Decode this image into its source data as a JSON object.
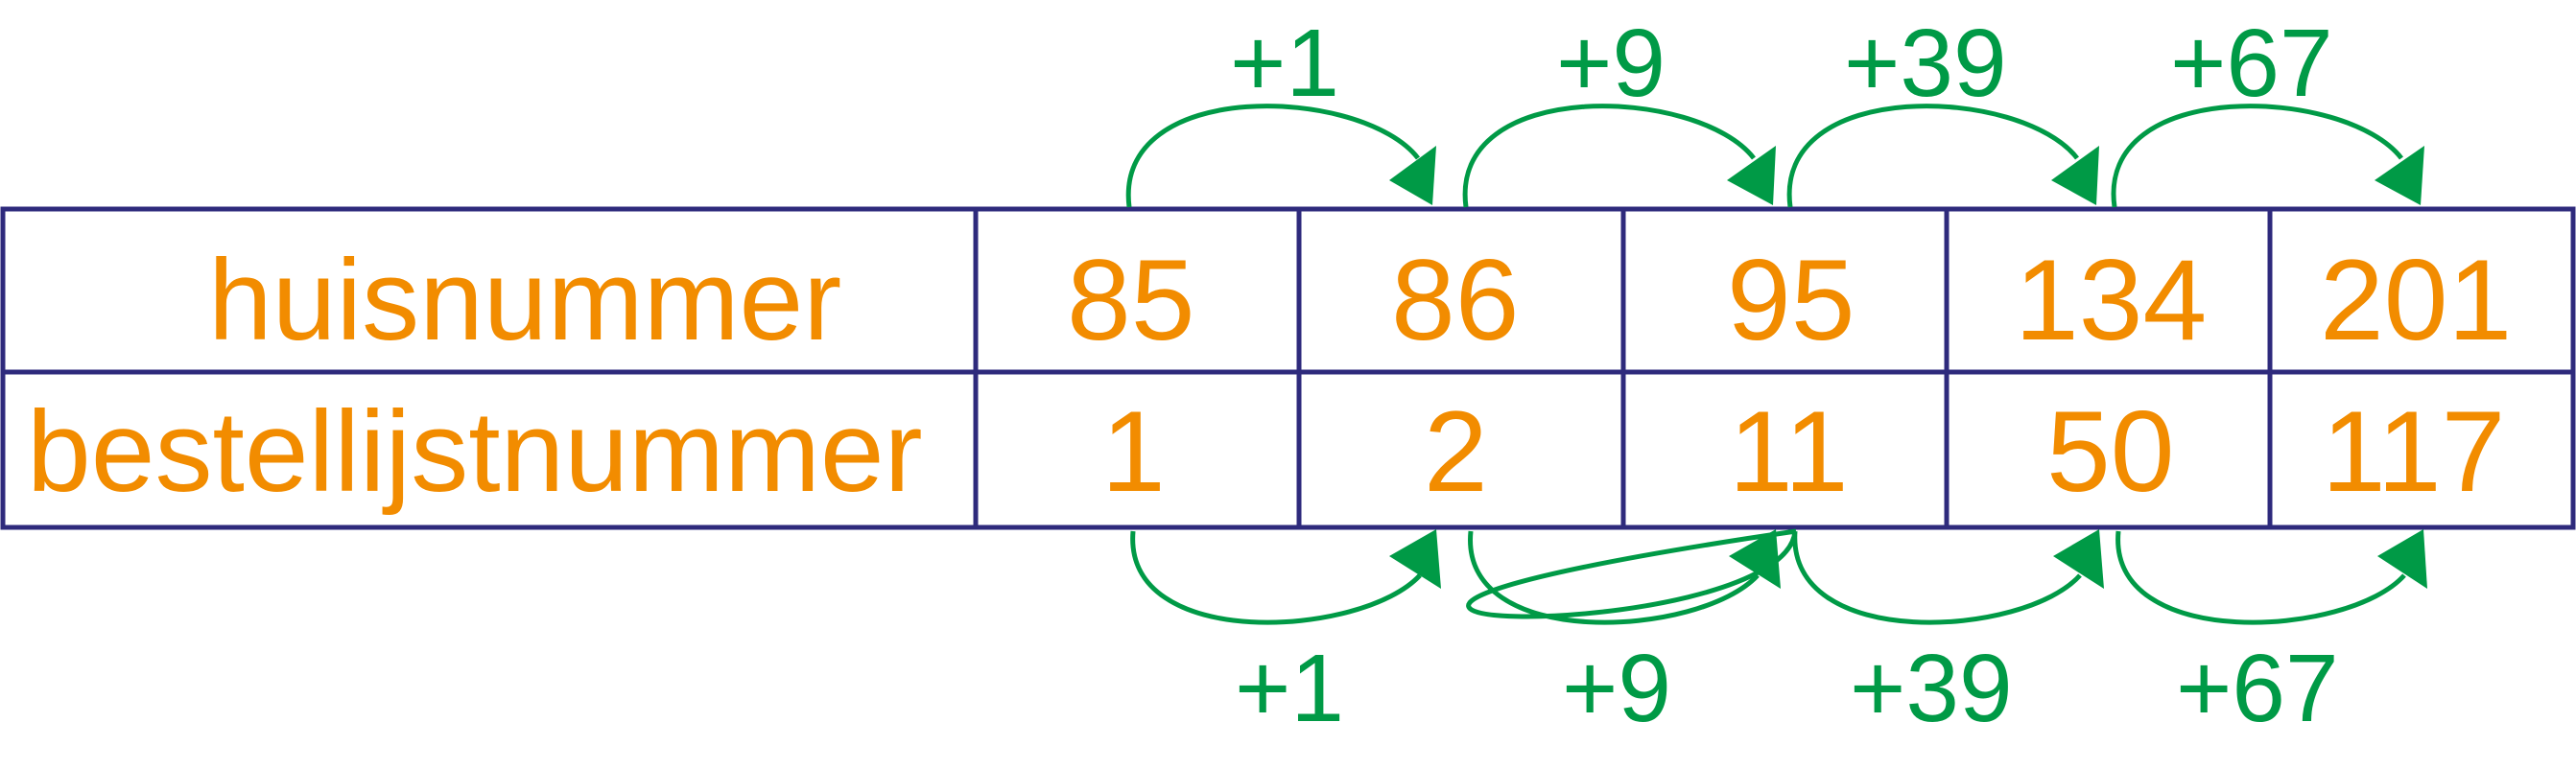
{
  "table": {
    "rows": [
      {
        "label": "huisnummer",
        "values": [
          "85",
          "86",
          "95",
          "134",
          "201"
        ]
      },
      {
        "label": "bestellijstnummer",
        "values": [
          "1",
          "2",
          "11",
          "50",
          "117"
        ]
      }
    ]
  },
  "jumps": {
    "top": [
      "+1",
      "+9",
      "+39",
      "+67"
    ],
    "bottom": [
      "+1",
      "+9",
      "+39",
      "+67"
    ]
  },
  "colors": {
    "grid": "#2e2a7c",
    "numbers": "#f28c00",
    "jumps": "#009a46"
  }
}
